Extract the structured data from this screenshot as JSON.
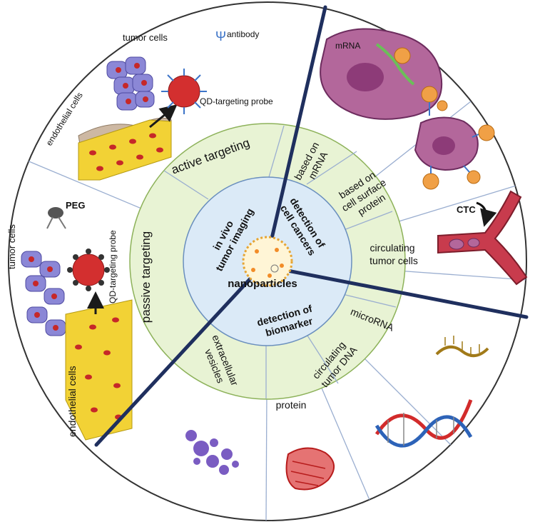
{
  "center": {
    "label": "nanoparticles"
  },
  "inner_ring": {
    "in_vivo": "in vivo tumor imaging",
    "cell_cancers": "detection of cell cancers",
    "biomarker": "detection of biomarker"
  },
  "middle_ring": {
    "active_targeting": "active targeting",
    "passive_targeting": "passive targeting",
    "based_on_mrna": "based on mRNA",
    "based_on_surface_protein": "based on cell surface protein",
    "circulating_tumor_cells": "circulating tumor cells",
    "microrna": "microRNA",
    "circulating_tumor_dna": "circulating tumor DNA",
    "protein": "protein",
    "extracellular_vesicles": "extracellular vesicles"
  },
  "outer_ring": {
    "active": {
      "tumor_cells": "tumor cells",
      "antibody": "antibody",
      "endothelial_cells": "endothelial cells",
      "probe": "QD-targeting probe"
    },
    "passive": {
      "peg": "PEG",
      "tumor_cells": "tumor cells",
      "probe": "QD-targeting probe",
      "endothelial_cells": "endothelial cells"
    },
    "mrna_label": "mRNA",
    "ctc_label": "CTC"
  },
  "colors": {
    "outer_bg": "#ffffff",
    "middle_ring": "#e8f3d4",
    "middle_border": "#8db25a",
    "inner_ring": "#dbeaf7",
    "inner_border": "#6a8fbe",
    "divider_thin": "#9aaed0",
    "divider_thick": "#1f2f5e",
    "tumor_cell": "#8b87d6",
    "nucleus": "#c62828",
    "vessel": "#f2d235",
    "probe": "#d32f2f",
    "cell_purple": "#b3679b",
    "orange": "#f0a046",
    "dna_red": "#d22b2b",
    "dna_blue": "#2d63b8",
    "mirna": "#a17a19",
    "vesicle": "#7a5cc2"
  }
}
